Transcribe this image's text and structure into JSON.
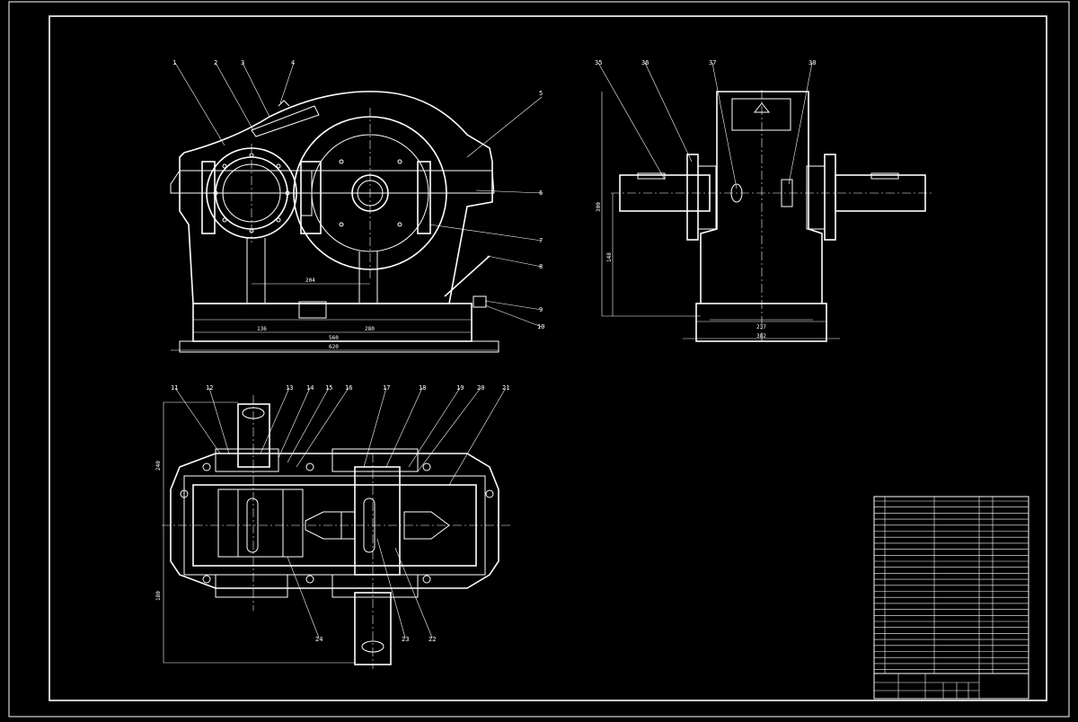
{
  "drawing": {
    "front_view": {
      "part_labels": [
        "1",
        "2",
        "3",
        "4",
        "5",
        "6",
        "7",
        "8",
        "9",
        "10"
      ],
      "dims": [
        "204",
        "136",
        "280",
        "560",
        "620"
      ]
    },
    "side_view": {
      "part_labels": [
        "35",
        "36",
        "37",
        "38"
      ],
      "dims": [
        "300",
        "148",
        "237",
        "382"
      ]
    },
    "plan_view": {
      "part_labels_top": [
        "11",
        "12",
        "13",
        "14",
        "15",
        "16",
        "17",
        "18",
        "19",
        "20",
        "21"
      ],
      "part_labels_bottom": [
        "24",
        "23",
        "22"
      ],
      "dims": [
        "240",
        "180"
      ]
    }
  }
}
